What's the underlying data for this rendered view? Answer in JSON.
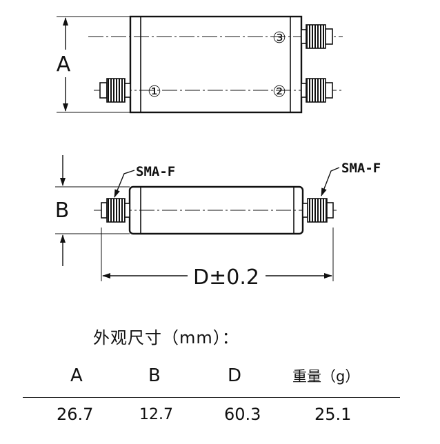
{
  "labels": {
    "dim_a": "A",
    "dim_b": "B",
    "dim_d": "D±0.2",
    "connector_left": "SMA-F",
    "connector_right": "SMA-F",
    "port_1": "①",
    "port_2": "②",
    "port_3": "③"
  },
  "caption": "外观尺寸（mm）：",
  "table": {
    "headers": [
      "A",
      "B",
      "D",
      "重量（g）"
    ],
    "values": [
      "26.7",
      "12.7",
      "60.3",
      "25.1"
    ]
  }
}
